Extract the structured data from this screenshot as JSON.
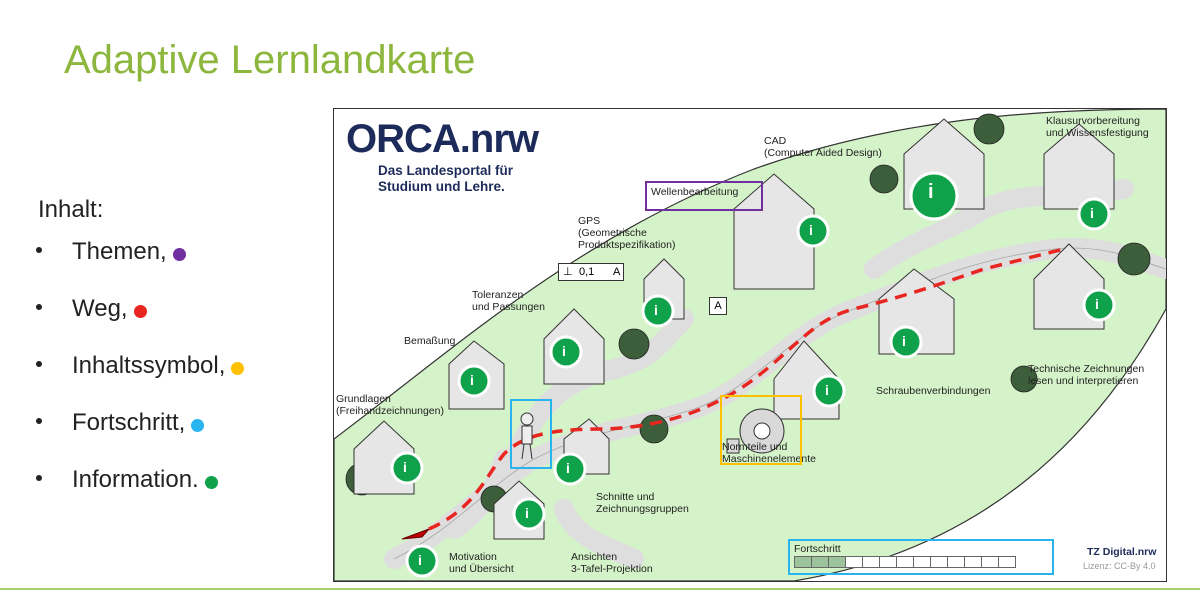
{
  "title": "Adaptive Lernlandkarte",
  "content_heading": "Inhalt:",
  "bullets": [
    {
      "label": "Themen,",
      "color": "#7030a0"
    },
    {
      "label": "Weg,",
      "color": "#e8261f"
    },
    {
      "label": "Inhaltssymbol,",
      "color": "#ffc000"
    },
    {
      "label": "Fortschritt,",
      "color": "#29b4ef"
    },
    {
      "label": "Information.",
      "color": "#10a24a"
    }
  ],
  "map": {
    "logo": "ORCA.nrw",
    "logo_sub": "Das Landesportal für\nStudium und Lehre.",
    "labels": {
      "wellen": "Wellenbearbeitung",
      "cad": "CAD\n(Computer Aided Design)",
      "klausur": "Klausurvorbereitung\nund Wissensfestigung",
      "gps": "GPS\n(Geometrische\nProduktspezifikation)",
      "toleranzen": "Toleranzen\nund Passungen",
      "bemassung": "Bemaßung",
      "grundlagen": "Grundlagen\n(Freihandzeichnungen)",
      "schrauben": "Schraubenverbindungen",
      "techzeich": "Technische Zeichnungen\nlesen und interpretieren",
      "normteile": "Normteile und\nMaschinenelemente",
      "schnitte": "Schnitte und\nZeichnungsgruppen",
      "motivation": "Motivation\nund Übersicht",
      "ansichten": "Ansichten\n3-Tafel-Projektion"
    },
    "gps_symbol": "0,1",
    "gps_datum_left": "A",
    "gps_datum": "A",
    "info_glyph": "i",
    "progress_label": "Fortschritt",
    "progress_done": 3,
    "progress_total": 13,
    "credit": "TZ Digital.nrw",
    "license": "Lizenz: CC-By 4.0",
    "colors": {
      "green_land": "#d5f3c9",
      "path": "#e0e0e0",
      "info": "#10a24a",
      "route": "#e8261f",
      "topic_box": "#7030a0",
      "symbol_box": "#ffc000",
      "progress_box": "#29b4ef",
      "accent": "#8cb63c"
    }
  }
}
